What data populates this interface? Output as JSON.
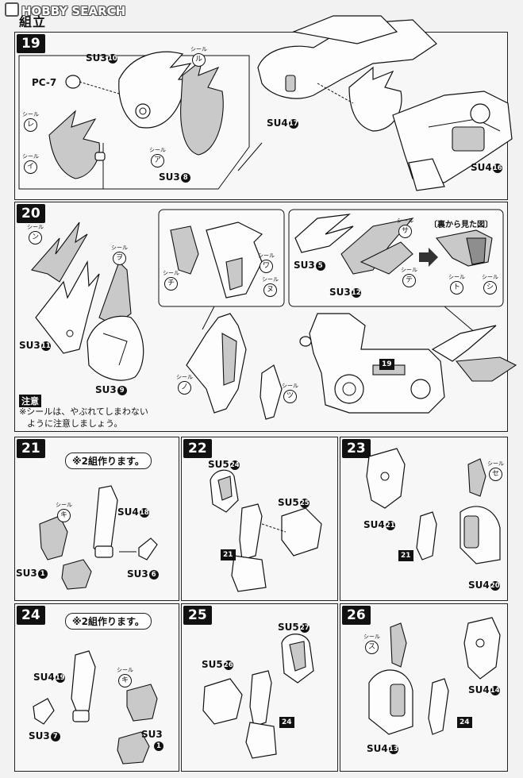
{
  "watermark": "HOBBY SEARCH",
  "header_title": "組立",
  "note_badge": "注意",
  "note_text": [
    "※シールは、やぶれてしまわない",
    "ように注意しましょう。"
  ],
  "make_two": "※2組作ります。",
  "view_from_back": "〔裏から見た図〕",
  "seal_word": "シール",
  "steps": {
    "s19": {
      "num": "19",
      "labels": {
        "su3_10": {
          "t": "SU3",
          "n": "10"
        },
        "pc7": "PC-7",
        "su3_8": {
          "t": "SU3",
          "n": "8"
        },
        "su4_17": {
          "t": "SU4",
          "n": "17"
        },
        "su4_16": {
          "t": "SU4",
          "n": "16"
        }
      },
      "seals": {
        "ru": "ル",
        "re": "レ",
        "i": "イ",
        "a": "ア"
      }
    },
    "s20": {
      "num": "20",
      "labels": {
        "su3_11": {
          "t": "SU3",
          "n": "11"
        },
        "su3_9": {
          "t": "SU3",
          "n": "9"
        },
        "su3_5": {
          "t": "SU3",
          "n": "5"
        },
        "su3_12": {
          "t": "SU3",
          "n": "12"
        }
      },
      "seals": {
        "n": "ン",
        "wo": "ヲ",
        "chi": "チ",
        "wa": "ワ",
        "nu": "ヌ",
        "sa": "サ",
        "te": "テ",
        "to": "ト",
        "shi": "シ",
        "no": "ノ",
        "tsu": "ツ"
      },
      "ref": "19"
    },
    "s21": {
      "num": "21",
      "labels": {
        "su4_18": {
          "t": "SU4",
          "n": "18"
        },
        "su3_1": {
          "t": "SU3",
          "n": "1"
        },
        "su3_6": {
          "t": "SU3",
          "n": "6"
        }
      },
      "seals": {
        "ki": "キ"
      }
    },
    "s22": {
      "num": "22",
      "labels": {
        "su5_24": {
          "t": "SU5",
          "n": "24"
        },
        "su5_25": {
          "t": "SU5",
          "n": "25"
        }
      },
      "ref": "21"
    },
    "s23": {
      "num": "23",
      "labels": {
        "su4_21": {
          "t": "SU4",
          "n": "21"
        },
        "su4_20": {
          "t": "SU4",
          "n": "20"
        }
      },
      "seals": {
        "se": "セ"
      },
      "ref": "21"
    },
    "s24": {
      "num": "24",
      "labels": {
        "su4_19": {
          "t": "SU4",
          "n": "19"
        },
        "su3_7": {
          "t": "SU3",
          "n": "7"
        },
        "su3_1": {
          "t": "SU3",
          "n": "1"
        }
      },
      "seals": {
        "ki": "キ"
      }
    },
    "s25": {
      "num": "25",
      "labels": {
        "su5_27": {
          "t": "SU5",
          "n": "27"
        },
        "su5_26": {
          "t": "SU5",
          "n": "26"
        }
      },
      "ref": "24"
    },
    "s26": {
      "num": "26",
      "labels": {
        "su4_14": {
          "t": "SU4",
          "n": "14"
        },
        "su4_13": {
          "t": "SU4",
          "n": "13"
        }
      },
      "seals": {
        "su": "ス"
      },
      "ref": "24"
    }
  }
}
